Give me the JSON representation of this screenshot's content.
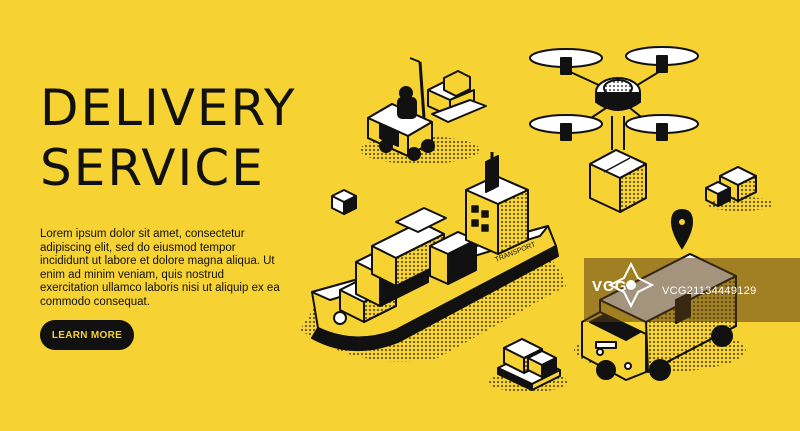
{
  "headline": {
    "line1": "DELIVERY",
    "line2": "SERVICE"
  },
  "body_text": "Lorem ipsum dolor sit amet, consectetur adipiscing elit, sed do eiusmod tempor incididunt ut labore et dolore magna aliqua. Ut enim ad minim veniam, quis nostrud exercitation ullamco laboris nisi ut aliquip ex ea commodo consequat.",
  "cta": {
    "label": "LEARN MORE"
  },
  "ship": {
    "hull_label": "TRANSPORT"
  },
  "watermark": {
    "brand": "VCG",
    "id": "VCG21134449129"
  },
  "colors": {
    "background": "#F6D233",
    "ink": "#111111",
    "button_text": "#F6D233"
  },
  "icons": [
    "forklift-icon",
    "drone-icon",
    "cargo-ship-icon",
    "delivery-van-icon",
    "location-pin-icon",
    "parcel-box-icon",
    "pallet-icon"
  ]
}
